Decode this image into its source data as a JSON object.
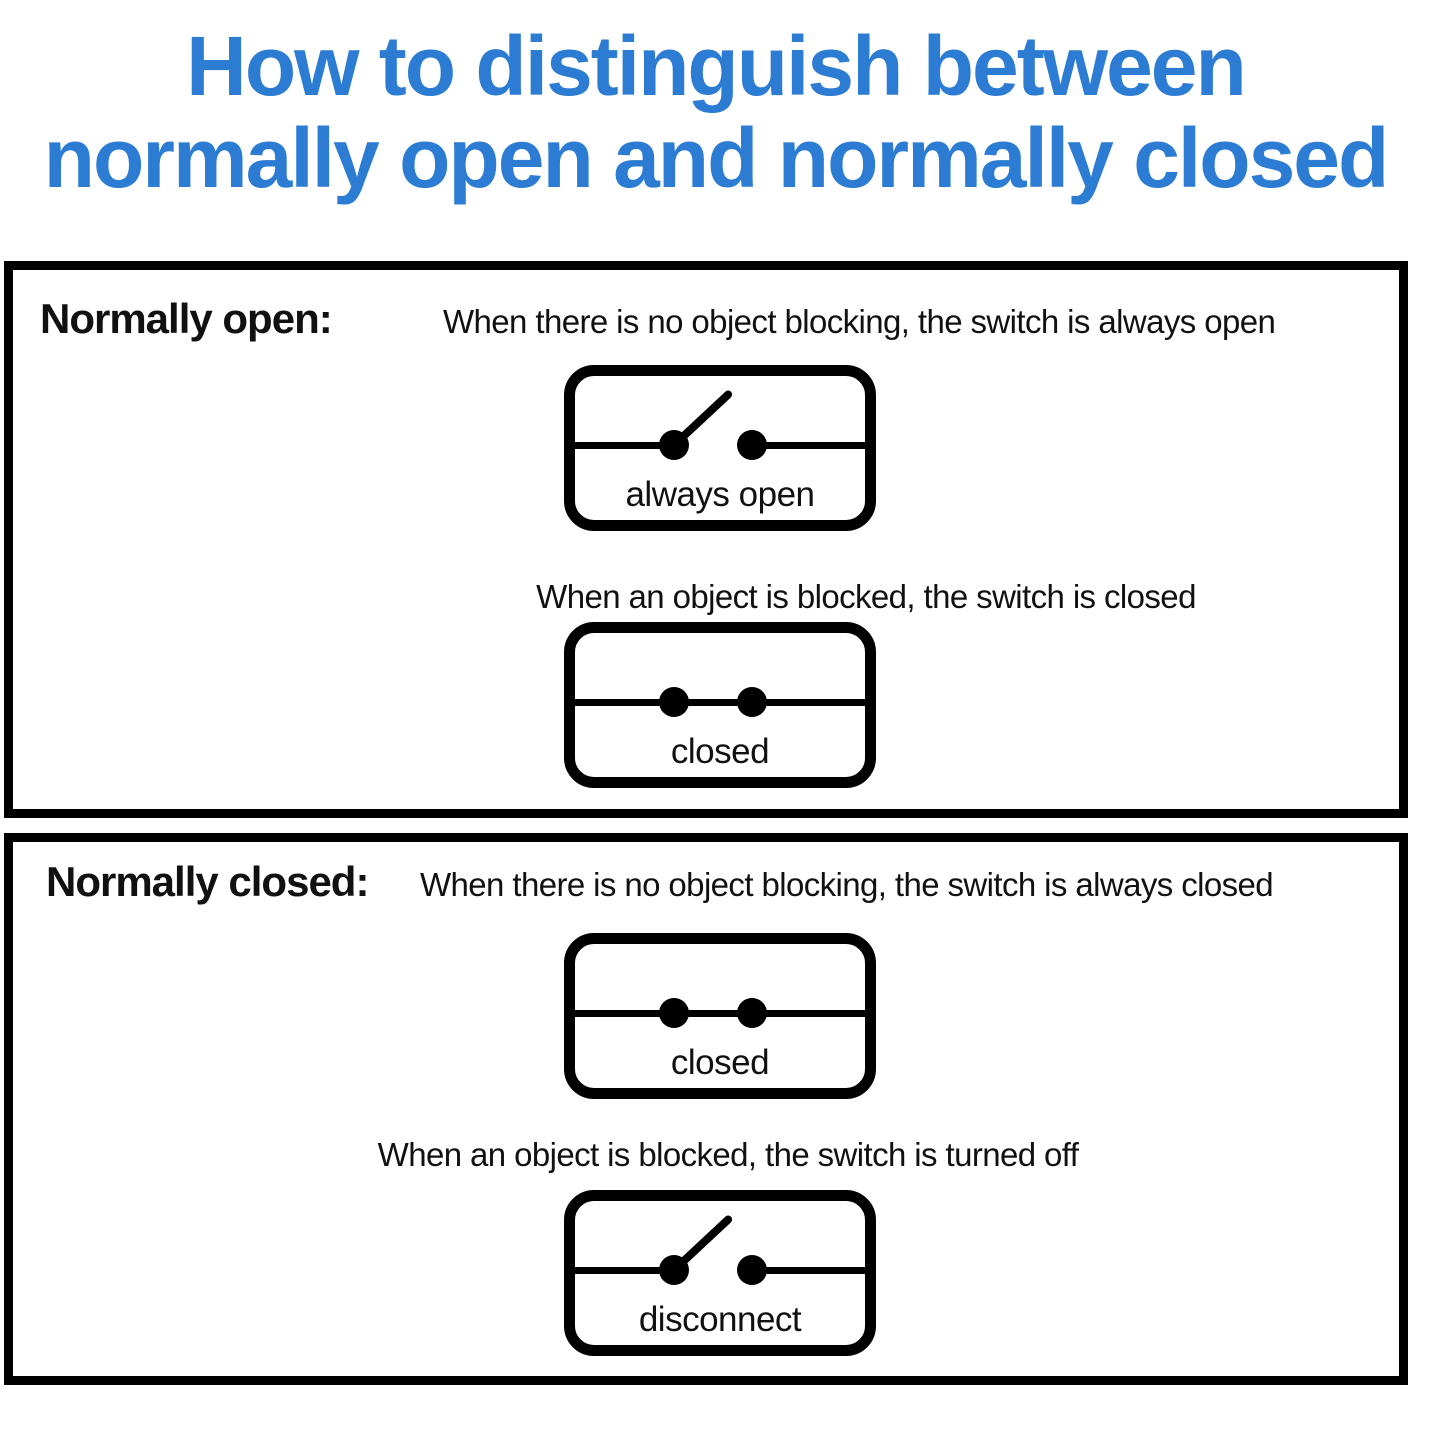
{
  "title": {
    "line1": "How to distinguish between",
    "line2": "normally open and normally closed"
  },
  "colors": {
    "title_blue": "#2b7cd2",
    "border_black": "#000000",
    "text": "#111111",
    "background": "#ffffff"
  },
  "sections": [
    {
      "label": "Normally open:",
      "intro_caption": "When there is no object blocking, the switch is always open",
      "first_symbol": {
        "type": "open",
        "label": "always open"
      },
      "second_caption": "When an object is blocked, the switch is closed",
      "second_symbol": {
        "type": "closed",
        "label": "closed"
      }
    },
    {
      "label": "Normally closed:",
      "intro_caption": "When there is no object blocking, the switch is always closed",
      "first_symbol": {
        "type": "closed",
        "label": "closed"
      },
      "second_caption": "When an object is blocked, the switch is turned off",
      "second_symbol": {
        "type": "open",
        "label": "disconnect"
      }
    }
  ]
}
